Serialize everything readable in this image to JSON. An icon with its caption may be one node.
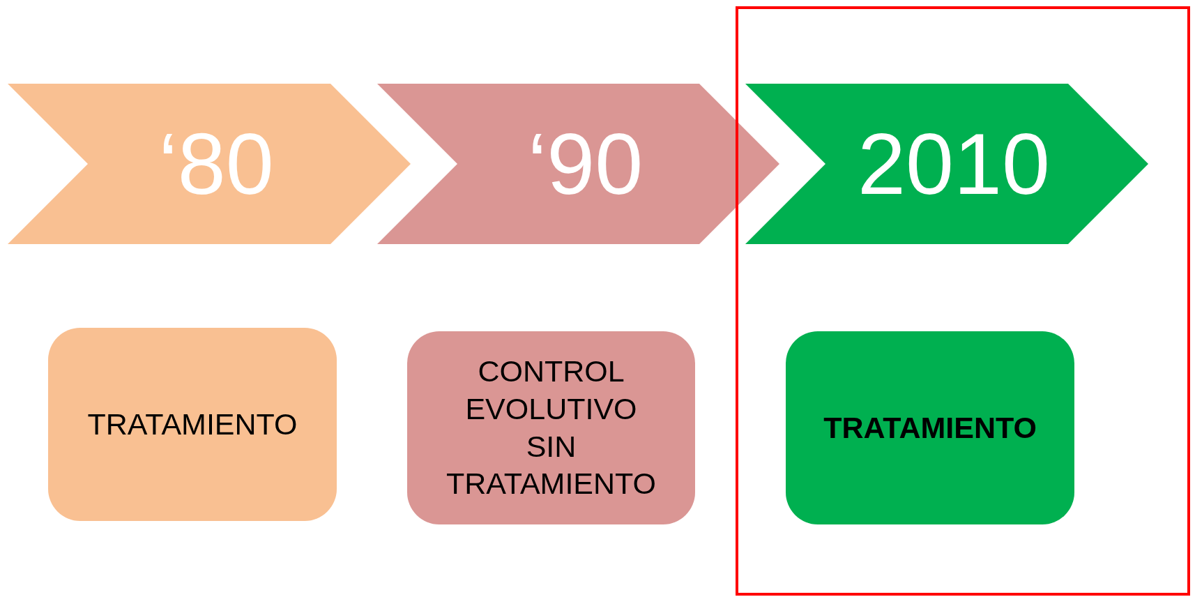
{
  "diagram": {
    "nodes": [
      {
        "text": [
          "‘80"
        ]
      },
      {
        "text": [
          "‘90"
        ]
      },
      {
        "text": [],
        "shape": "box"
      },
      {
        "text": [
          "2010"
        ],
        "in": 2
      },
      {
        "text": [
          "TRATAMIENTO"
        ]
      },
      {
        "text": [
          "CONTROL EVOLUTIVO SIN TRATAMIENTO"
        ]
      },
      {
        "text": [
          "TRATAMIENTO"
        ],
        "in": 2
      }
    ]
  }
}
